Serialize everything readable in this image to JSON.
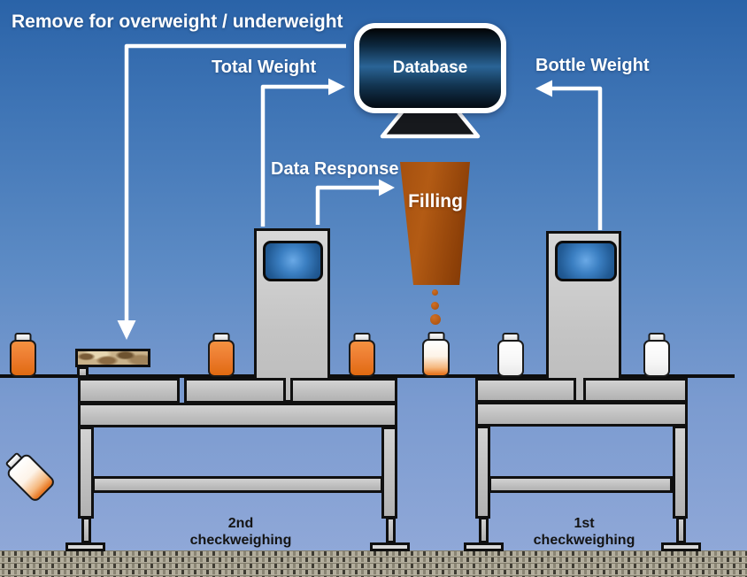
{
  "labels": {
    "remove": "Remove for overweight / underweight",
    "total_weight": "Total Weight",
    "bottle_weight": "Bottle Weight",
    "data_response": "Data Response"
  },
  "database": {
    "title": "Database"
  },
  "filler": {
    "label": "Filling"
  },
  "stations": {
    "second": {
      "line1": "2nd",
      "line2": "checkweighing"
    },
    "first": {
      "line1": "1st",
      "line2": "checkweighing"
    }
  },
  "colors": {
    "sky_top": "#2a63a8",
    "sky_bottom": "#93aad9",
    "bottle_orange": "#ed7d31",
    "funnel_brown": "#9c4a0c",
    "machine_gray": "#c6c6c6",
    "screen_blue": "#3b7fc2",
    "ground_tan": "#b3ae9d",
    "arrow_white": "#ffffff"
  }
}
